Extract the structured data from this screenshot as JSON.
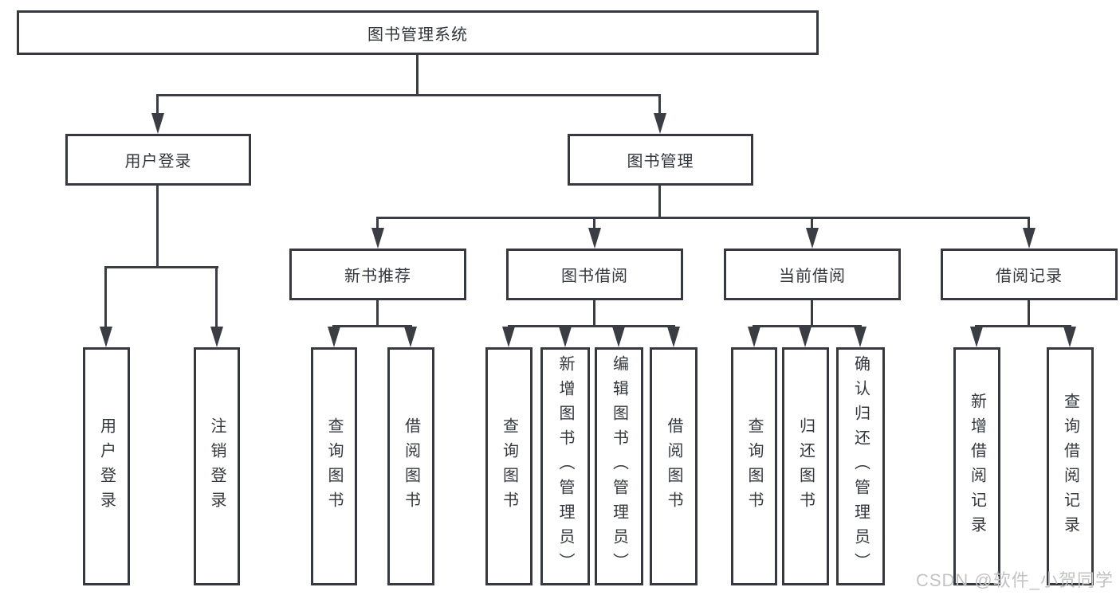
{
  "tree": {
    "root": {
      "label": "图书管理系统"
    },
    "branches": [
      {
        "label": "用户登录",
        "leaves": [
          {
            "label": "用户登录"
          },
          {
            "label": "注销登录"
          }
        ]
      },
      {
        "label": "图书管理",
        "groups": [
          {
            "label": "新书推荐",
            "leaves": [
              {
                "label": "查询图书"
              },
              {
                "label": "借阅图书"
              }
            ]
          },
          {
            "label": "图书借阅",
            "leaves": [
              {
                "label": "查询图书"
              },
              {
                "label": "新增图书（管理员）"
              },
              {
                "label": "编辑图书（管理员）"
              },
              {
                "label": "借阅图书"
              }
            ]
          },
          {
            "label": "当前借阅",
            "leaves": [
              {
                "label": "查询图书"
              },
              {
                "label": "归还图书"
              },
              {
                "label": "确认归还（管理员）"
              }
            ]
          },
          {
            "label": "借阅记录",
            "leaves": [
              {
                "label": "新增借阅记录"
              },
              {
                "label": "查询借阅记录"
              }
            ]
          }
        ]
      }
    ]
  },
  "watermark": {
    "text": "CSDN @软件_小贺同学"
  },
  "colors": {
    "line": "#3a3e44",
    "border": "#36393f",
    "watermark": "#c3c3c3"
  }
}
